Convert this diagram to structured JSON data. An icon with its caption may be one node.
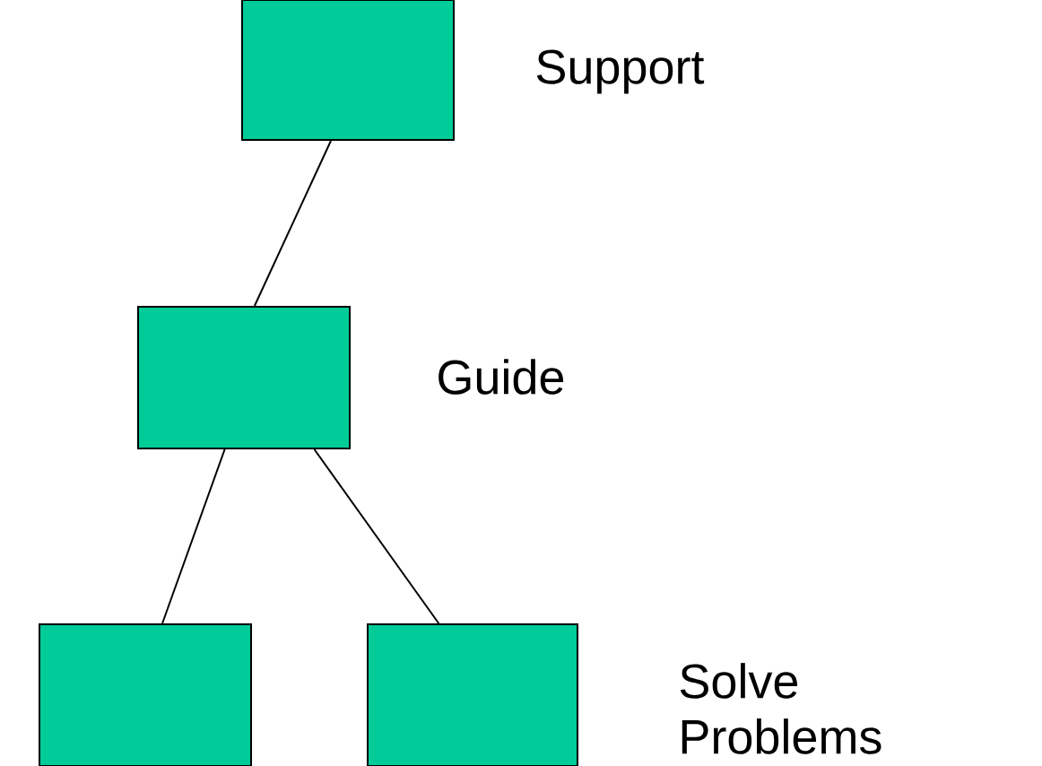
{
  "diagram": {
    "nodes": [
      {
        "text": [],
        "shape": "box",
        "beside": [
          "Support"
        ]
      },
      {
        "text": [],
        "shape": "box",
        "beside": [
          "Guide"
        ]
      },
      {
        "text": [],
        "shape": "box"
      },
      {
        "text": [],
        "shape": "box",
        "beside": [
          "Solve Problems"
        ]
      }
    ],
    "edges": [
      {
        "from": 0,
        "to": 1,
        "arrow": "none"
      },
      {
        "from": 1,
        "to": 2,
        "arrow": "none"
      },
      {
        "from": 1,
        "to": 3,
        "arrow": "none"
      }
    ]
  }
}
